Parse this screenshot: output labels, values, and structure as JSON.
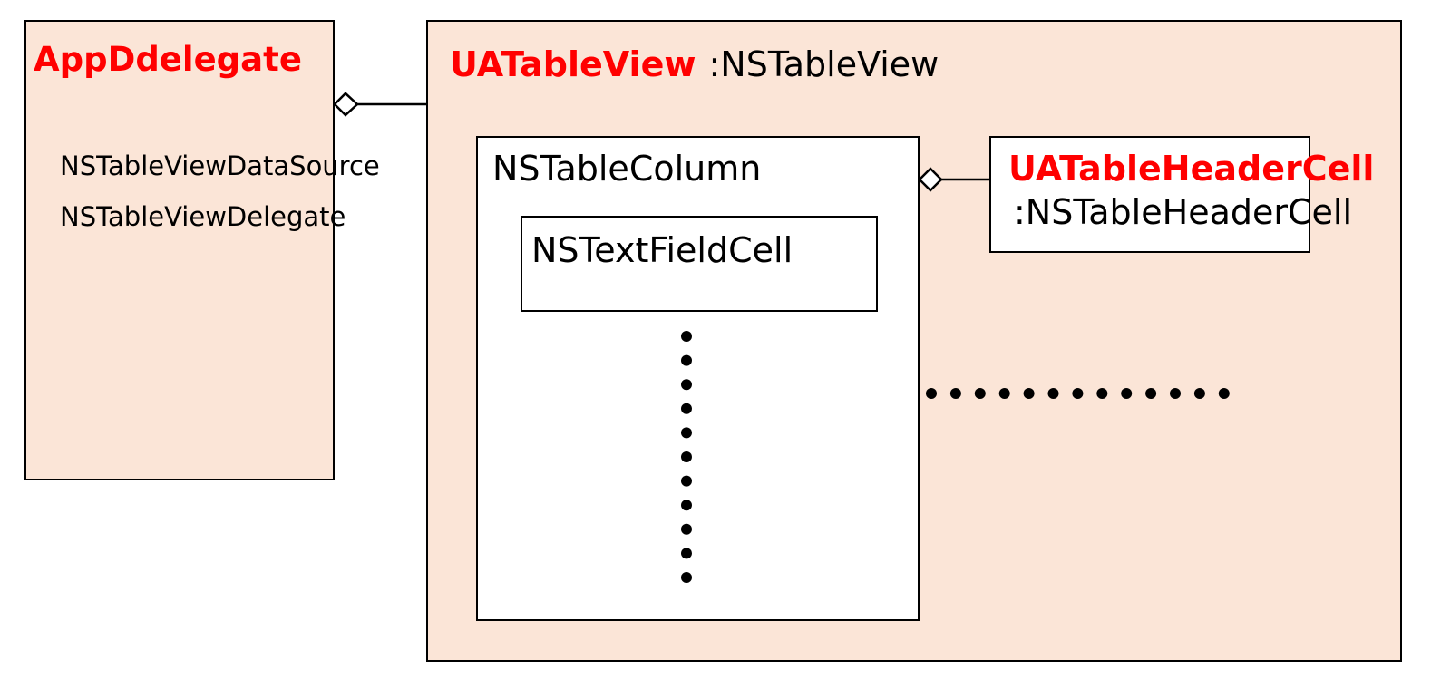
{
  "app_delegate": {
    "title": "AppDdelegate",
    "protocols": [
      "NSTableViewDataSource",
      "NSTableViewDelegate"
    ]
  },
  "table_view": {
    "name": "UATableView",
    "superclass": ":NSTableView"
  },
  "table_column": {
    "name": "NSTableColumn"
  },
  "text_field_cell": {
    "name": "NSTextFieldCell"
  },
  "header_cell": {
    "name": "UATableHeaderCell",
    "superclass": ":NSTableHeaderCell"
  },
  "colors": {
    "class_name": "#ff0000",
    "container_fill": "#fbe5d7",
    "inner_fill": "#ffffff",
    "stroke": "#000000"
  }
}
